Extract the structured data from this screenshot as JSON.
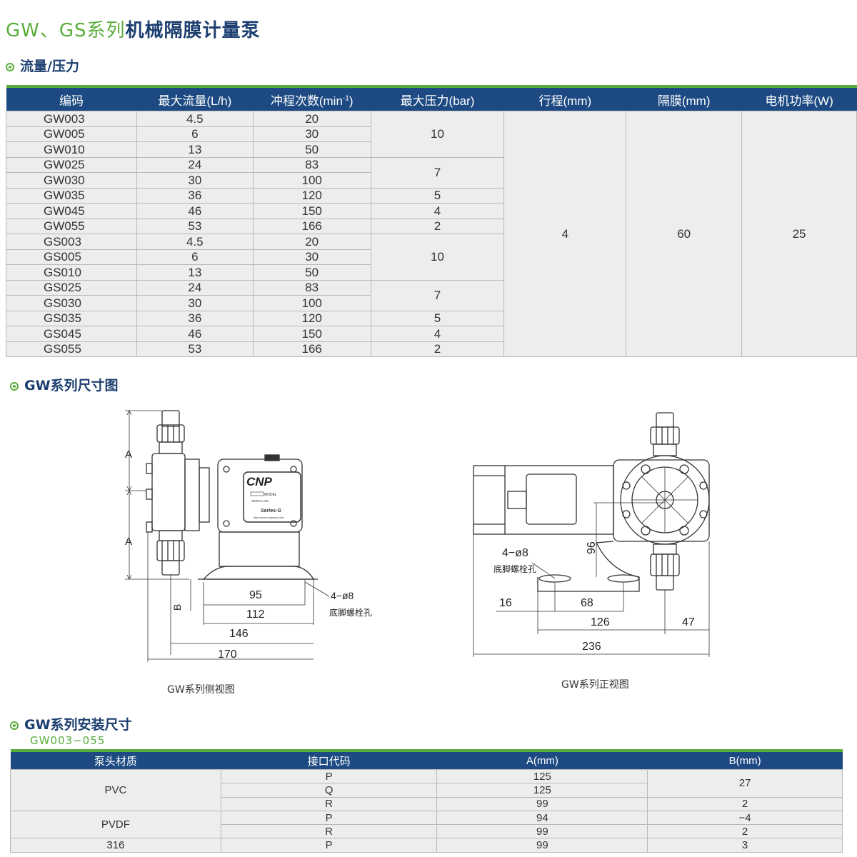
{
  "title": {
    "part1": "GW、GS系列",
    "part2": "机械隔膜计量泵"
  },
  "section_flow": "流量/压力",
  "table1": {
    "headers": [
      "编码",
      "最大流量(L/h)",
      "冲程次数(min",
      "最大压力(bar)",
      "行程(mm)",
      "隔膜(mm)",
      "电机功率(W)"
    ],
    "header_suffix": "-1",
    "header_close": ")",
    "rows": [
      [
        "GW003",
        "4.5",
        "20"
      ],
      [
        "GW005",
        "6",
        "30"
      ],
      [
        "GW010",
        "13",
        "50"
      ],
      [
        "GW025",
        "24",
        "83"
      ],
      [
        "GW030",
        "30",
        "100"
      ],
      [
        "GW035",
        "36",
        "120"
      ],
      [
        "GW045",
        "46",
        "150"
      ],
      [
        "GW055",
        "53",
        "166"
      ],
      [
        "GS003",
        "4.5",
        "20"
      ],
      [
        "GS005",
        "6",
        "30"
      ],
      [
        "GS010",
        "13",
        "50"
      ],
      [
        "GS025",
        "24",
        "83"
      ],
      [
        "GS030",
        "30",
        "100"
      ],
      [
        "GS035",
        "36",
        "120"
      ],
      [
        "GS045",
        "46",
        "150"
      ],
      [
        "GS055",
        "53",
        "166"
      ]
    ],
    "pressure": [
      "10",
      "7",
      "5",
      "4",
      "2",
      "10",
      "7",
      "5",
      "4",
      "2"
    ],
    "stroke": "4",
    "diaphragm": "60",
    "motor": "25"
  },
  "section_dim": "GW系列尺寸图",
  "side_view": {
    "caption": "GW系列侧视图",
    "label_a1": "A",
    "label_a2": "A",
    "label_b": "B",
    "dim_95": "95",
    "dim_112": "112",
    "dim_146": "146",
    "dim_170": "170",
    "hole": "4−ø8",
    "hole_label": "底脚螺栓孔",
    "brand": "CNP",
    "series": "Series-G",
    "plate_model": "MODEL",
    "plate_serial": "SERIAL NO.",
    "url": "http://www.cnpump.com"
  },
  "front_view": {
    "caption": "GW系列正视图",
    "hole": "4−ø8",
    "hole_label": "底脚螺栓孔",
    "dim_96": "96",
    "dim_16": "16",
    "dim_68": "68",
    "dim_126": "126",
    "dim_47": "47",
    "dim_236": "236"
  },
  "section_install": "GW系列安装尺寸",
  "install_model": "GW003−055",
  "table2": {
    "headers": [
      "泵头材质",
      "接口代码",
      "A(mm)",
      "B(mm)"
    ],
    "materials": [
      "PVC",
      "PVDF",
      "316"
    ],
    "codes": [
      "P",
      "Q",
      "R",
      "P",
      "R",
      "P"
    ],
    "a_values": [
      "125",
      "125",
      "99",
      "94",
      "99",
      "99"
    ],
    "b_values": [
      "27",
      "2",
      "−4",
      "2",
      "3"
    ]
  },
  "colors": {
    "green": "#5aad3c",
    "navy": "#1d4a82",
    "row_bg": "#ededed"
  }
}
